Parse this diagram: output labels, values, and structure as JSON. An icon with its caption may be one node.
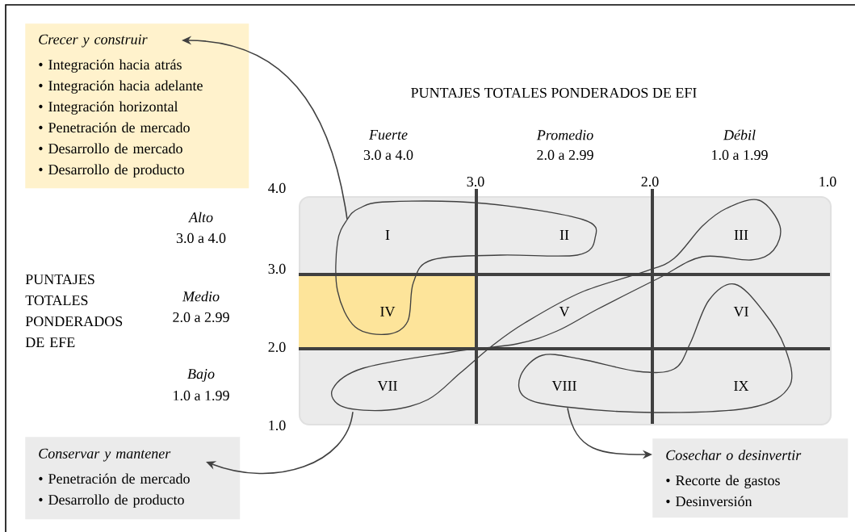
{
  "diagram": {
    "nodes": [
      {
        "text": [
          "Crecer y construir",
          "• Integración hacia atrás",
          "• Integración hacia adelante",
          "• Integración horizontal",
          "• Penetración de mercado",
          "• Desarrollo de mercado",
          "• Desarrollo de producto"
        ]
      },
      {
        "text": [],
        "shape": "box"
      },
      {
        "text": [],
        "shape": "blob",
        "in": 1
      },
      {
        "text": [],
        "shape": "blob",
        "in": 1
      },
      {
        "text": [],
        "shape": "blob",
        "in": 1
      },
      {
        "text": [
          "I"
        ],
        "in": 2
      },
      {
        "text": [
          "II"
        ],
        "in": 2
      },
      {
        "text": [
          "III"
        ],
        "in": 3
      },
      {
        "text": [
          "IV"
        ],
        "in": 1
      },
      {
        "text": [
          "V"
        ],
        "in": 3
      },
      {
        "text": [
          "VI"
        ],
        "in": 4
      },
      {
        "text": [
          "VII"
        ],
        "in": 3
      },
      {
        "text": [
          "VIII"
        ],
        "in": 4
      },
      {
        "text": [
          "IX"
        ],
        "in": 4
      },
      {
        "text": [
          "Conservar y mantener",
          "• Penetración de mercado",
          "• Desarrollo de producto"
        ]
      },
      {
        "text": [
          "Cosechar o desinvertir",
          "• Recorte de gastos",
          "• Desinversión"
        ]
      }
    ],
    "edges": [
      {
        "from": 2,
        "to": 0,
        "arrow": "to"
      },
      {
        "from": 3,
        "to": 14,
        "arrow": "to"
      },
      {
        "from": 4,
        "to": 15,
        "arrow": "to"
      }
    ],
    "labels": [
      "PUNTAJES TOTALES PONDERADOS DE EFI",
      "Fuerte",
      "Promedio",
      "Débil",
      "3.0 a 4.0",
      "2.0 a 2.99",
      "1.0 a 1.99",
      "4.0",
      "3.0",
      "2.0",
      "1.0",
      "Alto",
      "3.0 a 4.0",
      "3.0",
      "PUNTAJES TOTALES PONDERADOS DE EFE",
      "Medio",
      "2.0 a 2.99",
      "2.0",
      "Bajo",
      "1.0 a 1.99",
      "1.0"
    ]
  }
}
